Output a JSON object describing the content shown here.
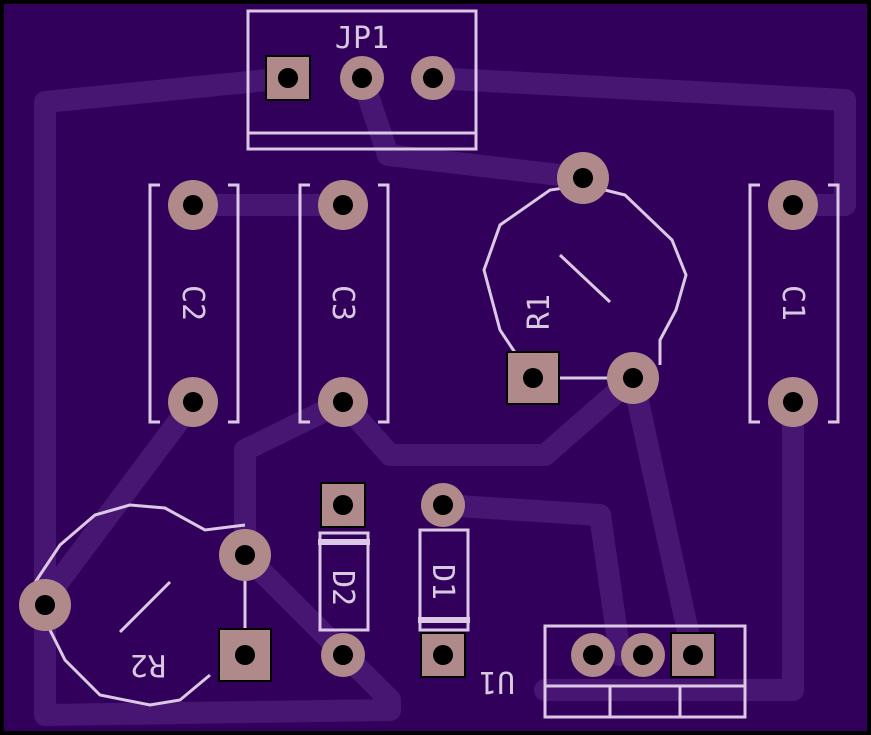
{
  "colors": {
    "board": "#30005a",
    "trace": "#4a1a78",
    "silkscreen": "#dcc8e4",
    "pad": "#b08a8a",
    "drill": "#000000"
  },
  "labels": {
    "jp1": "JP1",
    "c1": "C1",
    "c2": "C2",
    "c3": "C3",
    "r1": "R1",
    "r2": "R2",
    "d1": "D1",
    "d2": "D2",
    "u1": "U1"
  }
}
